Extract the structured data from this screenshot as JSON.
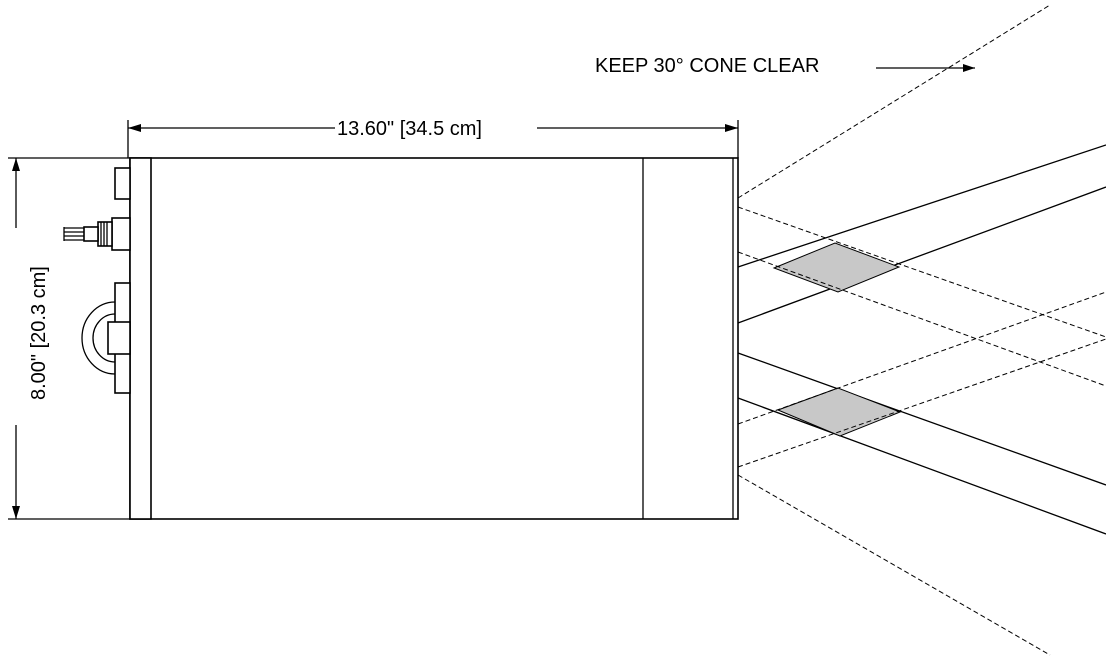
{
  "annotations": {
    "cone_note": "KEEP 30° CONE CLEAR",
    "width_dimension": "13.60\" [34.5 cm]",
    "height_dimension": "8.00\" [20.3 cm]"
  },
  "colors": {
    "line": "#000000",
    "beam_overlap_fill": "#c8c8c8",
    "background": "#ffffff"
  }
}
